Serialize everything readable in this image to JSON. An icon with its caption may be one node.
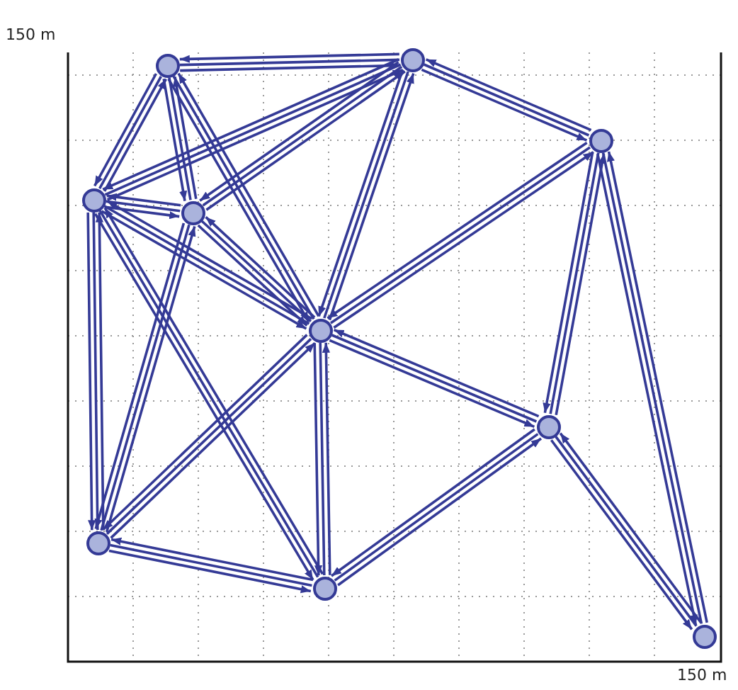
{
  "diagram": {
    "nodes": [
      {
        "text": [],
        "shape": "circle"
      },
      {
        "text": [],
        "shape": "circle"
      },
      {
        "text": [],
        "shape": "circle"
      },
      {
        "text": [],
        "shape": "circle"
      },
      {
        "text": [],
        "shape": "circle"
      },
      {
        "text": [],
        "shape": "circle"
      },
      {
        "text": [],
        "shape": "circle"
      },
      {
        "text": [],
        "shape": "circle"
      },
      {
        "text": [],
        "shape": "circle"
      },
      {
        "text": [],
        "shape": "circle"
      }
    ],
    "edges": [
      {
        "from": 0,
        "to": 1,
        "arrow": "both"
      },
      {
        "from": 0,
        "to": 3,
        "arrow": "both"
      },
      {
        "from": 0,
        "to": 4,
        "arrow": "both"
      },
      {
        "from": 0,
        "to": 5,
        "arrow": "both"
      },
      {
        "from": 1,
        "to": 2,
        "arrow": "both"
      },
      {
        "from": 1,
        "to": 3,
        "arrow": "both"
      },
      {
        "from": 1,
        "to": 4,
        "arrow": "both"
      },
      {
        "from": 1,
        "to": 5,
        "arrow": "both"
      },
      {
        "from": 2,
        "to": 5,
        "arrow": "both"
      },
      {
        "from": 2,
        "to": 6,
        "arrow": "both"
      },
      {
        "from": 2,
        "to": 9,
        "arrow": "both"
      },
      {
        "from": 3,
        "to": 4,
        "arrow": "both"
      },
      {
        "from": 3,
        "to": 5,
        "arrow": "both"
      },
      {
        "from": 3,
        "to": 7,
        "arrow": "both"
      },
      {
        "from": 3,
        "to": 8,
        "arrow": "both"
      },
      {
        "from": 4,
        "to": 5,
        "arrow": "both"
      },
      {
        "from": 4,
        "to": 7,
        "arrow": "both"
      },
      {
        "from": 5,
        "to": 7,
        "arrow": "both"
      },
      {
        "from": 5,
        "to": 8,
        "arrow": "both"
      },
      {
        "from": 5,
        "to": 6,
        "arrow": "both"
      },
      {
        "from": 6,
        "to": 8,
        "arrow": "both"
      },
      {
        "from": 6,
        "to": 9,
        "arrow": "both"
      },
      {
        "from": 7,
        "to": 8,
        "arrow": "both"
      }
    ],
    "labels": [
      "150 m",
      "150 m"
    ]
  }
}
